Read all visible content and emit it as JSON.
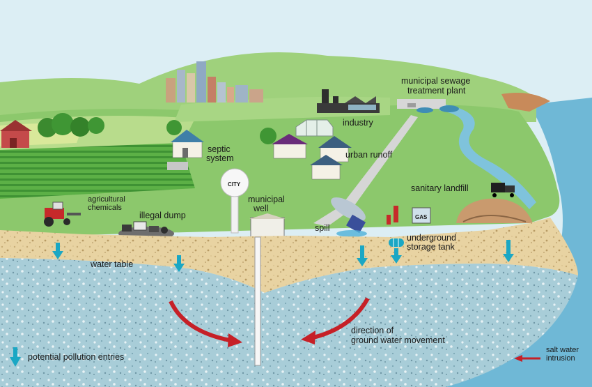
{
  "labels": {
    "municipal_sewage_1": "municipal sewage",
    "municipal_sewage_2": "treatment plant",
    "industry": "industry",
    "septic_1": "septic",
    "septic_2": "system",
    "urban_runoff": "urban runoff",
    "city": "CITY",
    "municipal_well_1": "municipal",
    "municipal_well_2": "well",
    "agricultural_1": "agricultural",
    "agricultural_2": "chemicals",
    "illegal_dump": "illegal dump",
    "sanitary_landfill": "sanitary landfill",
    "gas": "GAS",
    "spill": "spill",
    "underground_1": "underground",
    "underground_2": "storage tank",
    "water_table": "water table",
    "direction_1": "direction of",
    "direction_2": "ground water movement",
    "salt_water_1": "salt water",
    "salt_water_2": "intrusion",
    "legend_pollution": "potential pollution entries"
  },
  "colors": {
    "sky": "#dceef4",
    "grass": "#8cc86c",
    "grass_light": "#b8dc8c",
    "field_dark": "#4ea43c",
    "soil": "#e8d3a2",
    "aquifer": "#a8cdd8",
    "sea": "#6fb8d6",
    "arrow_red": "#c62027",
    "pollution_arrow": "#1ba7c4"
  }
}
